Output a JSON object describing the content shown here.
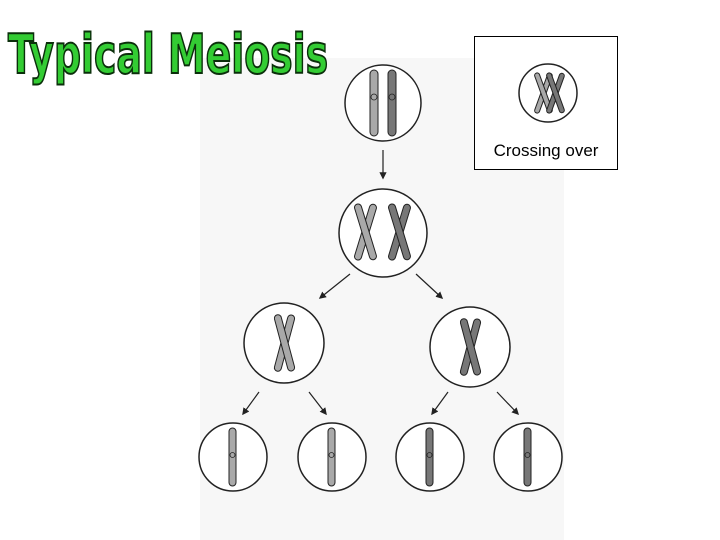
{
  "title": "Typical Meiosis",
  "inset": {
    "label": "Crossing over"
  },
  "colors": {
    "title_fill": "#33cc33",
    "title_outline": "#0b2f0b",
    "chromosome_light": "#a9a9a9",
    "chromosome_dark": "#666666",
    "cell_outline": "#222222"
  },
  "stages": [
    "parent-cell",
    "replicated-cell",
    "meiosis-i-daughter-cells",
    "meiosis-ii-gametes"
  ]
}
